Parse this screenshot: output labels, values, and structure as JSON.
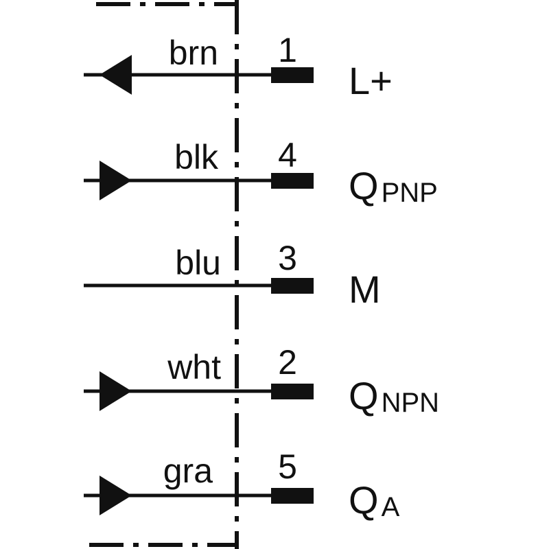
{
  "colors": {
    "ink": "#111111",
    "background": "#ffffff"
  },
  "connections": [
    {
      "wire_color": "brn",
      "pin": "1",
      "signal": "L+",
      "signal_sub": "",
      "arrow": "arrow-left-icon"
    },
    {
      "wire_color": "blk",
      "pin": "4",
      "signal": "Q",
      "signal_sub": "PNP",
      "arrow": "arrow-right-icon"
    },
    {
      "wire_color": "blu",
      "pin": "3",
      "signal": "M",
      "signal_sub": "",
      "arrow": ""
    },
    {
      "wire_color": "wht",
      "pin": "2",
      "signal": "Q",
      "signal_sub": "NPN",
      "arrow": "arrow-right-icon"
    },
    {
      "wire_color": "gra",
      "pin": "5",
      "signal": "Q",
      "signal_sub": "A",
      "arrow": "arrow-right-icon"
    }
  ]
}
